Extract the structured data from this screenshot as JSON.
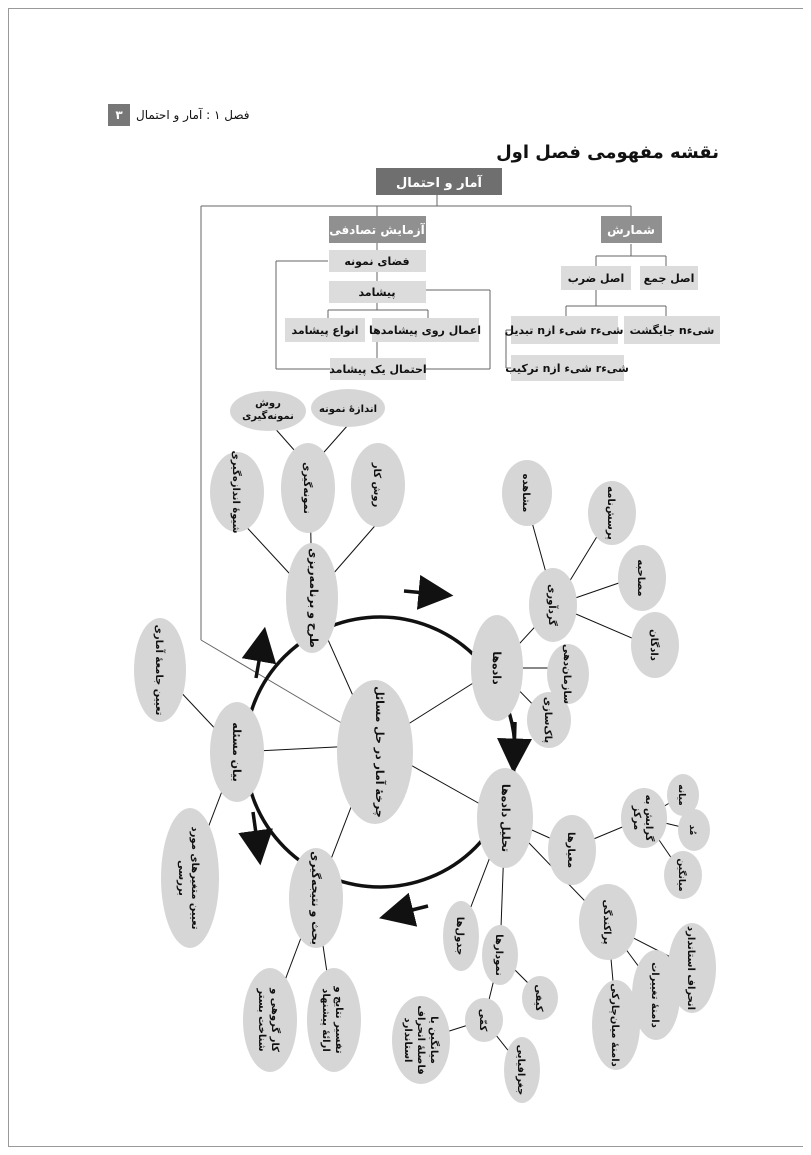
{
  "header": {
    "page_number": "۳",
    "chapter_label": "فصل ۱ : آمار و احتمال"
  },
  "title": "نقشه مفهومی فصل اول",
  "tree": {
    "root": "آمار و احتمال",
    "random_experiment": "آزمایش تصادفی",
    "sample_space": "فضای نمونه",
    "event": "پیشامد",
    "event_operations": "اعمال روی پیشامدها",
    "event_types": "انواع پیشامد",
    "event_probability": "احتمال یک پیشامد",
    "counting": "شمارش",
    "sum_rule": "اصل جمع",
    "product_rule": "اصل ضرب",
    "permutation_n": "جایگشت nشیء",
    "permutation_nr": "تبدیل nشیء از rشیء",
    "combination_nr": "ترکیب nشیء از rشیء"
  },
  "cycle": {
    "center": "چرخهٔ آمار در حل مسائل",
    "design": "طرح و برنامه‌ریزی",
    "data": "داده‌ها",
    "analysis": "تحلیل داده‌ها",
    "conclusion": "بحث و نتیجه‌گیری",
    "problem": "بیان مسئله"
  },
  "design_branch": {
    "measure_method": "شیوهٔ اندازه‌گیری",
    "sampling": "نمونه‌گیری",
    "work_method": "روش کار",
    "sampling_method_1": "روش",
    "sampling_method_2": "نمونه‌گیری",
    "sample_size": "اندازهٔ نمونه"
  },
  "data_branch": {
    "collection": "گردآوری",
    "observation": "مشاهده",
    "questionnaire": "پرسش‌نامه",
    "interview": "مصاحبه",
    "database": "دادگان",
    "organize": "سازمان‌دهی",
    "cleaning": "پاک‌سازی"
  },
  "analysis_branch": {
    "measures": "معیارها",
    "central_1": "گرایش به",
    "central_2": "مرکز",
    "mode": "مُد",
    "median": "میانه",
    "mean": "میانگین",
    "dispersion": "پراکندگی",
    "std_dev": "انحراف استاندارد",
    "range": "دامنهٔ تغییرات",
    "iqr": "دامنهٔ میان‌چارکی",
    "charts": "نمودارها",
    "tables": "جدول‌ها",
    "qualitative": "کیفی",
    "quantitative": "کمّی",
    "mean_std_1": "میانگین یا",
    "mean_std_2": "فاصلهٔ انحراف",
    "mean_std_3": "استاندارد",
    "geography": "جغرافیایی"
  },
  "conclusion_branch": {
    "interpret_1": "تفسیر نتایج و",
    "interpret_2": "ارائهٔ پیشنهاد",
    "group_1": "کار گروهی و",
    "group_2": "شناخت بستر"
  },
  "problem_branch": {
    "population": "تعیین جامعهٔ آماری",
    "variables_1": "تعیین متغیرهای مورد",
    "variables_2": "بررسی"
  }
}
